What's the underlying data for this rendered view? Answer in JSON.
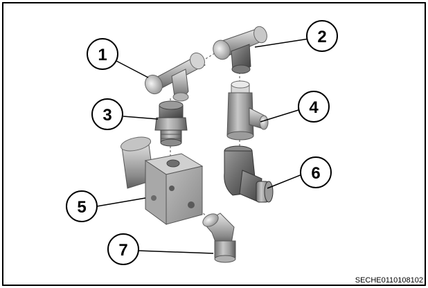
{
  "figure": {
    "code": "SECHE0110108102",
    "callouts": [
      "1",
      "2",
      "3",
      "4",
      "5",
      "6",
      "7"
    ],
    "parts": [
      "tee-fitting",
      "tee-fitting",
      "straight-adapter",
      "tee-fitting",
      "manifold-block",
      "elbow-fitting",
      "elbow-fitting"
    ]
  }
}
